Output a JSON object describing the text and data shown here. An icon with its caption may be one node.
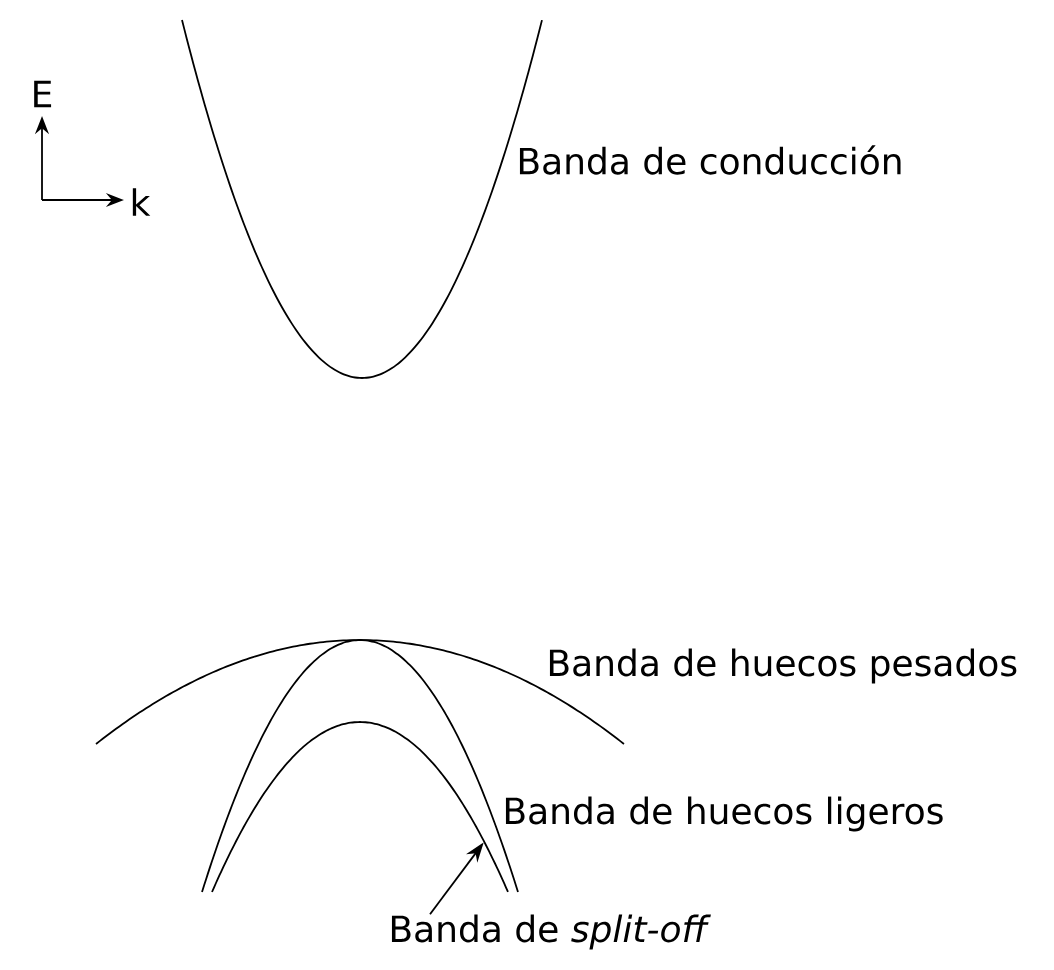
{
  "diagram": {
    "nodes": [
      {
        "text": [
          "Banda de *split-off*"
        ]
      },
      {
        "text": [],
        "shape": "curve"
      }
    ],
    "edges": [
      {
        "from": 0,
        "to": 1,
        "arrow": "to"
      }
    ],
    "labels": [
      "E",
      "k",
      "Banda de conducción",
      "Banda de huecos pesados",
      "Banda de huecos ligeros"
    ]
  }
}
